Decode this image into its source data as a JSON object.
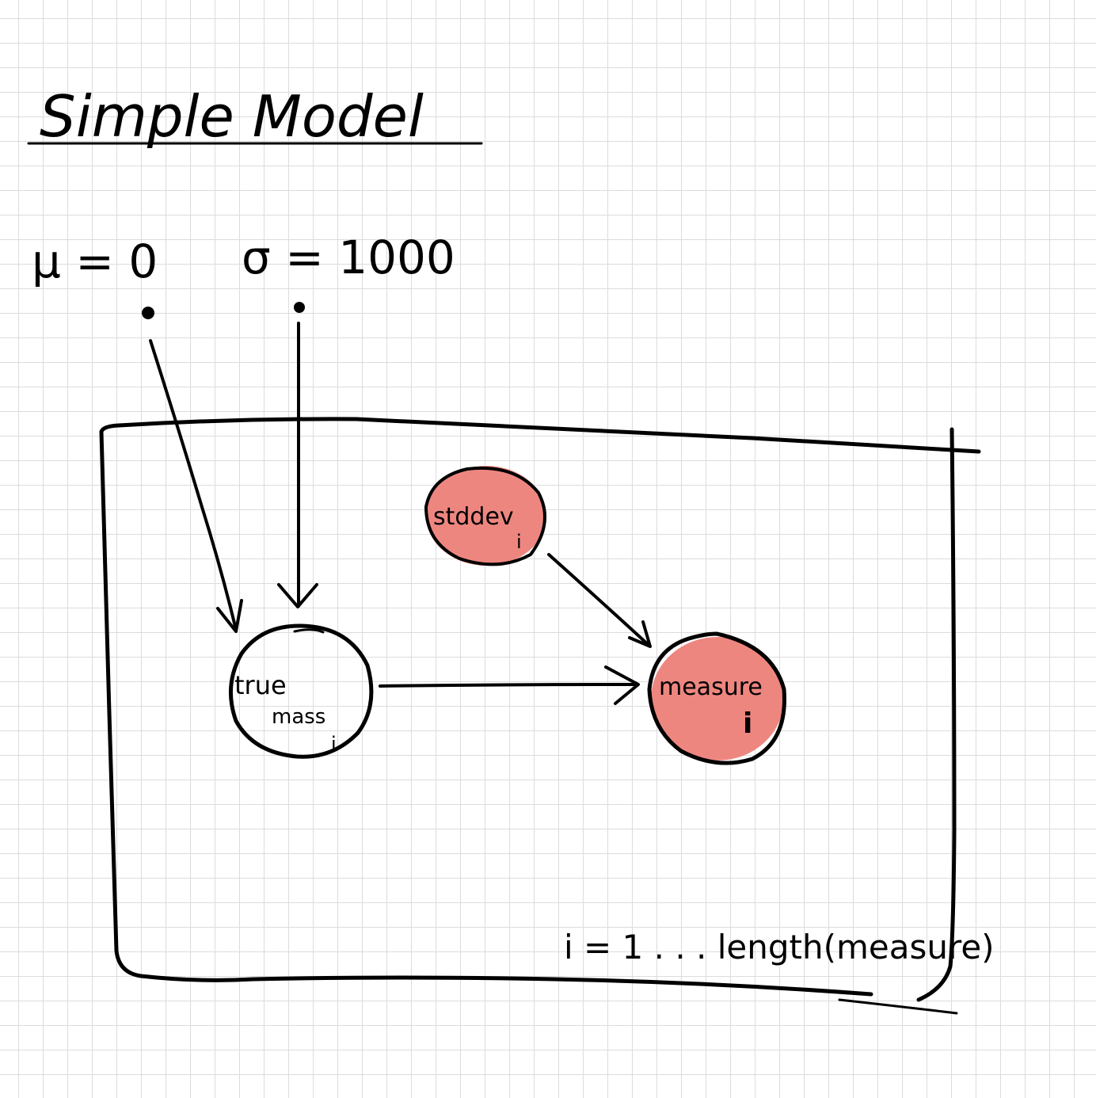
{
  "title": "Simple Model",
  "hyperparams": {
    "mu": "μ = 0",
    "sigma": "σ = 1000"
  },
  "nodes": {
    "stddev": {
      "label": "stddev",
      "index": "i",
      "color": "#ee8680",
      "observed": true
    },
    "true_mass": {
      "label_line1": "true",
      "label_line2": "mass",
      "index": "i",
      "color": "#ffffff",
      "observed": false
    },
    "measure": {
      "label": "measure",
      "index": "i",
      "color": "#ee8680",
      "observed": true
    }
  },
  "plate": {
    "label": "i = 1 . . . length(measure)"
  }
}
